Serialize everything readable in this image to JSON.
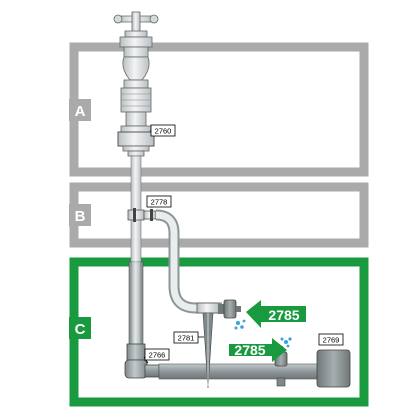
{
  "zones": [
    {
      "label": "A",
      "color": "#aaaaaa"
    },
    {
      "label": "B",
      "color": "#aaaaaa"
    },
    {
      "label": "C",
      "color": "#1a9a3f"
    }
  ],
  "parts": {
    "p2760": "2760",
    "p2778": "2778",
    "p2781": "2781",
    "p2766": "2766",
    "p2769": "2769",
    "p2785_top": "2785",
    "p2785_bottom": "2785"
  },
  "colors": {
    "frame_gray": "#aaaaaa",
    "frame_green": "#1a9a3f",
    "pipe_light": "#e2e6e6",
    "pipe_dark": "#9aa3a5",
    "water": "#3aa0e0",
    "arrow_green": "#1a9a3f"
  }
}
